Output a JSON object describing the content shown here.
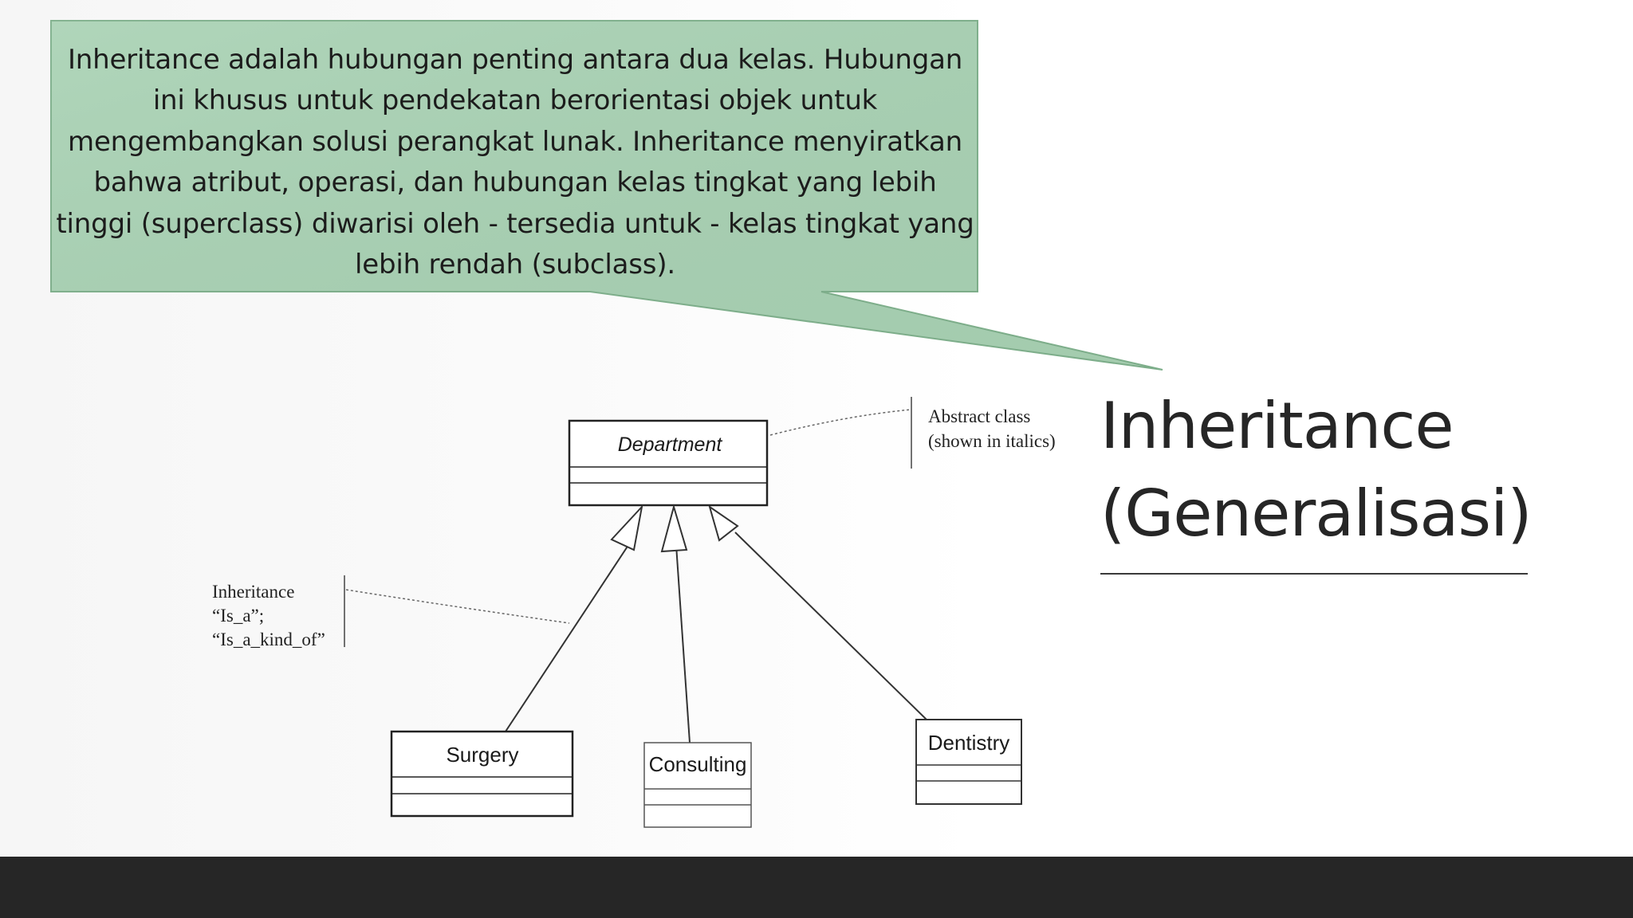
{
  "callout": {
    "text": "Inheritance adalah hubungan penting antara dua kelas. Hubungan ini khusus untuk pendekatan berorientasi objek untuk mengembangkan solusi perangkat lunak. Inheritance menyiratkan bahwa atribut, operasi, dan hubungan kelas tingkat yang lebih tinggi (superclass) diwarisi oleh - tersedia untuk - kelas tingkat yang lebih rendah (subclass).",
    "fill_color": "#a9d2b4",
    "border_color": "#7fb08c"
  },
  "title": {
    "line1": "Inheritance",
    "line2": "(Generalisasi)"
  },
  "diagram": {
    "superclass": "Department",
    "subclasses": [
      "Surgery",
      "Consulting",
      "Dentistry"
    ],
    "notes": {
      "abstract_line1": "Abstract class",
      "abstract_line2": "(shown in italics)",
      "inherit_line1": "Inheritance",
      "inherit_line2": "“Is_a”;",
      "inherit_line3": "“Is_a_kind_of”"
    }
  },
  "footer": {
    "color": "#262626"
  }
}
